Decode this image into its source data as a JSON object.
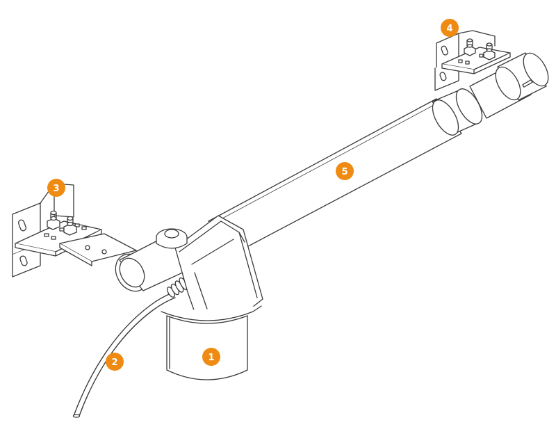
{
  "colors": {
    "badge": "#EF8A12",
    "badge_text": "#FFFFFF",
    "line": "#3A3A3A",
    "fill": "#FFFFFF"
  },
  "parts": [
    {
      "id": "motor-housing",
      "label": "1"
    },
    {
      "id": "power-cable",
      "label": "2"
    },
    {
      "id": "rear-bracket",
      "label": "3"
    },
    {
      "id": "front-bracket",
      "label": "4"
    },
    {
      "id": "actuator-arm",
      "label": "5"
    }
  ]
}
